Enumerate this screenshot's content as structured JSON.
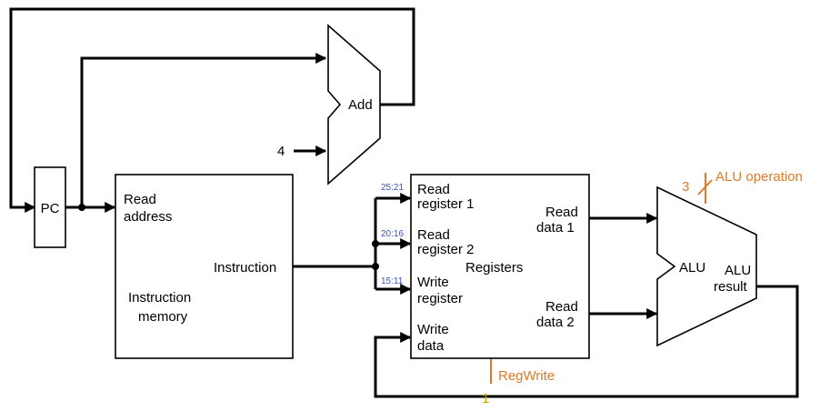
{
  "colors": {
    "wire": "#000000",
    "control": "#e07a28",
    "bitfield": "#3355cc",
    "regwrite_value": "#c8a000"
  },
  "pc": {
    "label": "PC"
  },
  "adder": {
    "label": "Add",
    "const_input": "4"
  },
  "instruction_memory": {
    "read_address_line1": "Read",
    "read_address_line2": "address",
    "instruction_output": "Instruction",
    "name_line1": "Instruction",
    "name_line2": "memory"
  },
  "registers": {
    "name": "Registers",
    "read_reg1_line1": "Read",
    "read_reg1_line2": "register 1",
    "read_reg2_line1": "Read",
    "read_reg2_line2": "register 2",
    "write_reg_line1": "Write",
    "write_reg_line2": "register",
    "write_data_line1": "Write",
    "write_data_line2": "data",
    "read_data1_line1": "Read",
    "read_data1_line2": "data 1",
    "read_data2_line1": "Read",
    "read_data2_line2": "data 2"
  },
  "bitfields": {
    "rs": "25:21",
    "rt": "20:16",
    "rd": "15:11"
  },
  "alu": {
    "label": "ALU",
    "result_line1": "ALU",
    "result_line2": "result",
    "operation_label": "ALU operation",
    "operation_width": "3"
  },
  "regwrite": {
    "label": "RegWrite",
    "value": "1"
  }
}
